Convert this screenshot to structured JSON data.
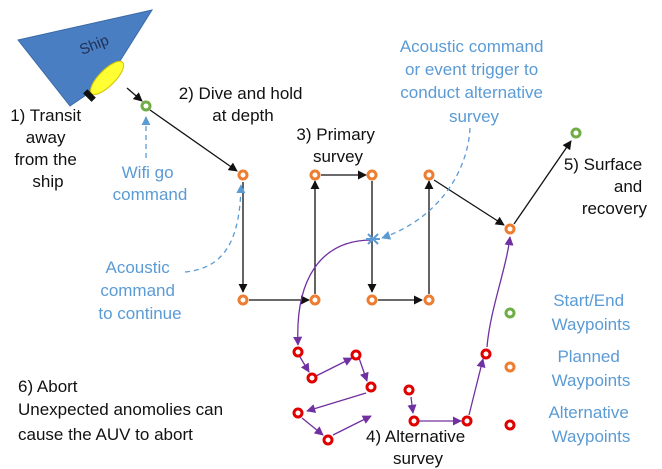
{
  "ship": {
    "label": "Ship"
  },
  "steps": {
    "transit": [
      "1) Transit",
      "away",
      "from  the",
      "ship"
    ],
    "dive": [
      "2) Dive and hold",
      "at depth"
    ],
    "primary": [
      "3) Primary",
      "survey"
    ],
    "alternative": [
      "4) Alternative",
      "survey"
    ],
    "surface": [
      "5) Surface",
      "and",
      "recovery"
    ],
    "abort": [
      "6) Abort",
      "Unexpected anomolies can",
      "cause the AUV to abort"
    ]
  },
  "notes": {
    "wifi": [
      "Wifi go",
      "command"
    ],
    "acoustic_continue": [
      "Acoustic",
      "command",
      "to continue"
    ],
    "acoustic_alt": [
      "Acoustic command",
      "or event trigger to",
      "conduct  alternative",
      "survey"
    ]
  },
  "legend": {
    "startend": [
      "Start/End",
      "Waypoints"
    ],
    "planned": [
      "Planned",
      "Waypoints"
    ],
    "alternative": [
      "Alternative",
      "Waypoints"
    ]
  },
  "colors": {
    "startend": "#70ad47",
    "planned": "#ed7d31",
    "alternative": "#e00000",
    "blue_text": "#5b9bd5",
    "purple_path": "#7030a0",
    "ship": "#4a7ec2",
    "auv": "#ffff33"
  }
}
